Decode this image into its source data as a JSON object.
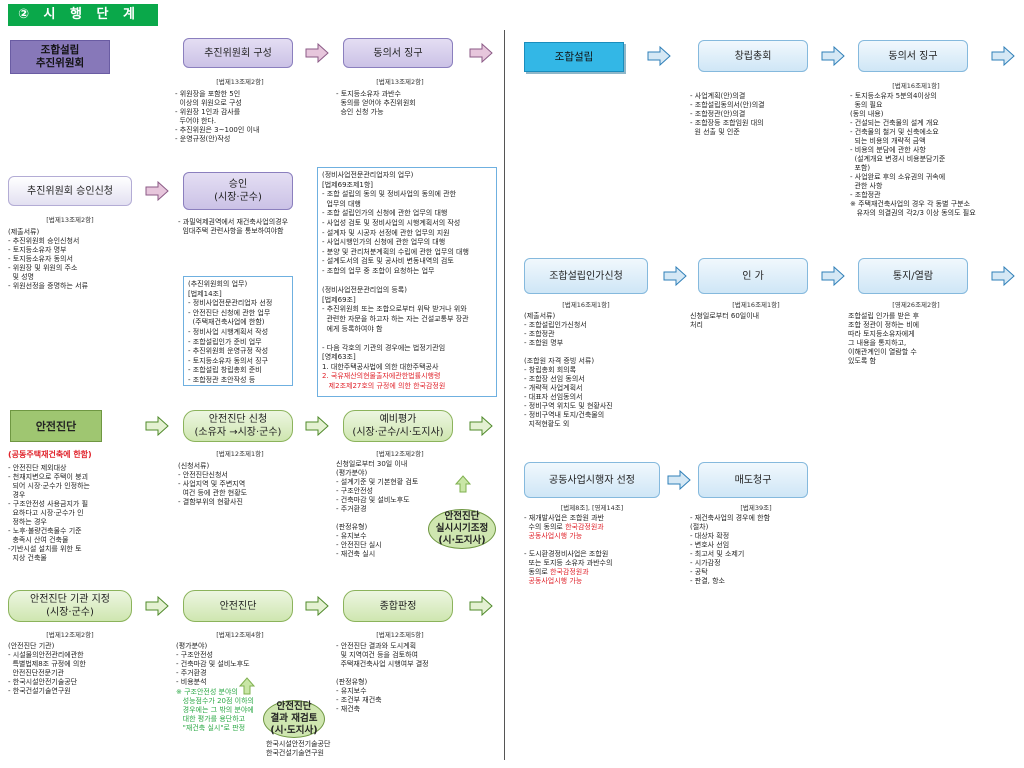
{
  "header": {
    "title": "② 시 행 단 계 Ⅰ"
  },
  "boxes": {
    "b1": "조합설립\n추진위원회",
    "b2": "추진위원회 구성",
    "b3": "동의서 징구",
    "b4": "추진위원회 승인신청",
    "b5": "승인\n(시장·군수)",
    "b6": "안전진단",
    "b7": "안전진단 신청\n(소유자 →시장·군수)",
    "b8": "예비평가\n(시장·군수/시·도지사)",
    "b9": "안전진단 기관 지정\n(시장·군수)",
    "b10": "안전진단",
    "b11": "종합판정",
    "c1": "안전진단\n실시시기조정\n(시·도지사)",
    "c2": "안전진단\n결과 재검토\n(시·도지사)",
    "r1": "조합설립",
    "r2": "창립총회",
    "r3": "동의서 징구",
    "r4": "조합설립인가신청",
    "r5": "인 가",
    "r6": "통지/열람",
    "r7": "공동사업시행자 선정",
    "r8": "매도청구"
  },
  "notes": {
    "n2": "[법제13조제2항]",
    "n3": "[법제13조제2항]",
    "n4": "[법제13조제2항]",
    "n7": "[법제12조제1항]",
    "n8": "[법제12조제2항]",
    "n9": "[법제12조제2항]",
    "n10": "[법제12조제4항]",
    "n11": "[법제12조제5항]",
    "nr2": "",
    "nr3": "[법제16조제1항]",
    "nr4": "[법제16조제1항]",
    "nr5": "[법제16조제1항]",
    "nr6": "[영제26조제2항]",
    "nr7": "[법제8조], [영제14조]",
    "nr8": "[법제39조]"
  },
  "texts": {
    "t2": "- 위원장을 포함한 5인\n  이상의 위원으로 구성\n- 위원장 1인과 감사를\n  두어야 한다.\n- 추진위원은 3~100인 이내\n- 운영규정(안)작성",
    "t3": "- 토지등소유자 과반수\n  동의를 얻어야 추진위원회\n  승인 신청 가능",
    "t4": "(제출서류)\n- 추진위원회 승인신청서\n- 토지등소유자 명부\n- 토지등소유자 동의서\n- 위원장 및 위원의 주소\n  및 성명\n- 위원선정을 증명하는 서류",
    "t5": "- 과밀억제권역에서 재건축사업의경우\n  임대주택 관련사항을 통보하여야함",
    "t6": "- 안전진단 제외대상\n- 천재지변으로 주택이 붕괴\n  되어 시장·군수가 인정하는\n  경우\n- 구조안전성 사용금지가 필\n  요하다고 시장·군수가 인\n  정하는 경우\n- 노후·불량건축물수 기준\n  충족시 산여 건축물\n-기반시설 설치를 위한 토\n  지상 건축물",
    "t7": "(신청서류)\n- 안전진단신청서\n- 사업지역 및 주변지역\n  여건 등에 관한 현황도\n- 결함부위의 현황사진",
    "t8": "신청일로부터 30일 이내\n(평가분야)\n- 설계기준 및 기본현황 검토\n- 구조안전성\n- 건축마감 및 설비노후도\n- 주거환경\n\n(판정유형)\n- 유지보수\n- 안전진단 실시\n- 재건축 실시",
    "t9": "(안전진단 기관)\n- 시설물의안전관리에관한\n  특별법제8조 규정에 의한\n  안전진단전문기관\n- 한국시설안전기술공단\n- 한국건설기술연구원",
    "t10": "(평가분야)\n- 구조안전성\n- 건축마감 및 설비노후도\n- 주거환경\n- 비용분석",
    "t10g": "※ 구조안전성 분야의\n   성능점수가 20점 이하의\n   경우에는 그 밖의 분야에\n   대한 평가를 용단하고\n   \"재건축 실시\"로 판정",
    "t11": "- 안전진단 결과와 도시계획\n  및 지역여건 등을 검토하여\n  주택재건축사업 시행여부 결정\n\n(판정유형)\n- 유지보수\n- 조건부 재건축\n- 재건축",
    "t12": "한국시설안전기술공단\n한국건설기술연구원",
    "tr2": "- 사업계획(안)의결\n- 조합설립동의서(안)의결\n- 조합정관(안)의결\n- 조합장등 조합임원 대의\n  원 선출 및 인준",
    "tr3": "- 토지등소유자 5분의4이상의\n  동의 필요\n(동의 내용)\n- 건설되는 건축물의 설계 개요\n- 건축물의 철거 및 신축에소요\n  되는 비용의 개략적 금액\n- 비용의 분담에 관한 사항\n  (설계개요 변경시 비용분담기준\n  포함)\n- 사업완료 후의 소유권의 귀속에\n  관한 사항\n- 조합정관\n※ 주택재건축사업의 경우 각 동별 구분소\n   유자의 의결권의 각2/3 이상 동의도 필요",
    "tr4": "(제출서류)\n- 조합설립인가신청서\n- 조합정관\n- 조합원 명부\n\n(조합원 자격 증빙 서류)\n- 창립총회 회의록\n- 조합장 선임 동의서\n- 개략적 사업계획서\n- 대표자 선임동의서\n- 정비구역 위치도 및 현황사진\n- 정비구역내 토지/건축물의\n  지적현황도 외",
    "tr5": "신청일로부터 60일이내\n처리",
    "tr6": "조합설립 인가를 받은 후\n조합 정관이 정하는 비에\n따라 토지등소유자에게\n그 내용을 통지하고,\n이해관계인이 열람할 수\n있도록 함",
    "tr7a": "- 재개발사업은 조합원 과반\n  수의 동의로 ",
    "tr7a_red": "한국감정원과\n  공동사업시행 가능",
    "tr7b": "- 도시환경정비사업은 조합원\n  또는 토지등 소유자 과반수의\n  동의로 ",
    "tr7b_red": "한국감정원과\n  공동사업시행 가능",
    "tr8": "- 재건축사업의 경우에 한함\n(절차)\n- 대상자 확정\n- 변호사 선임\n- 최고서 및 소제기\n- 시가감정\n- 공탁\n- 판결, 항소",
    "red_label": "(공동주택재건축에 한함)"
  },
  "info_top": {
    "body": "(정비사업전문관리업자의 업무)\n[법제69조제1항]\n- 조합 설립의 동의 및 정비사업의 동의에 관한\n  업무의 대행\n- 조합 설립인가의 신청에 관한 업무의 대행\n- 사업성 검토 및 정비사업의 시행계획서의 작성\n- 설계자 및 시공자 선정에 관한 업무의 지원\n- 사업시행인가의 신청에 관한 업무의 대행\n- 분양 및 관리처분계획의 수립에 관한 업무의 대행\n- 설계도서의 검토 및 공사비 변동내역의 검토\n- 조합의 업무 중 조합이 요청하는 업무\n\n(정비사업전문관리업의 등록)\n[법제69조]\n- 추진위원회 또는 조합으로부터 위탁 받거나 위와\n  관련한 자문을 하고자 하는 자는 건설교통부 장관\n  에게 등록하여야 함\n\n- 다음 각호의 기관의 경우에는 법정기관임\n[영제63조]\n1. 대한주택공사법에 의한 대한주택공사\n",
    "red": "2. 국유재산의현물출자에관한법률시행령\n   제2조제27호의 규정에 의한 한국감정원"
  },
  "info_left": {
    "body": "(추진위원회의 업무)\n[법제14조]\n- 정비사업전문관리업자 선정\n- 안전진단 신청에 관한 업무\n  (주택재건축사업에 한함)\n- 정비사업 시행계획서 작성\n- 조합설립인가 준비 업무\n- 추진위원회 운영규정 작성\n- 토지등소유자 동의서 징구\n- 조합설립 창립총회 준비\n- 조합정관 초안작성 등"
  },
  "colors": {
    "header_green": "#0aa84a",
    "accent_red": "#e0232b",
    "arrow_fill": "#e7c6dc",
    "arrow_stroke": "#8b5a86"
  }
}
